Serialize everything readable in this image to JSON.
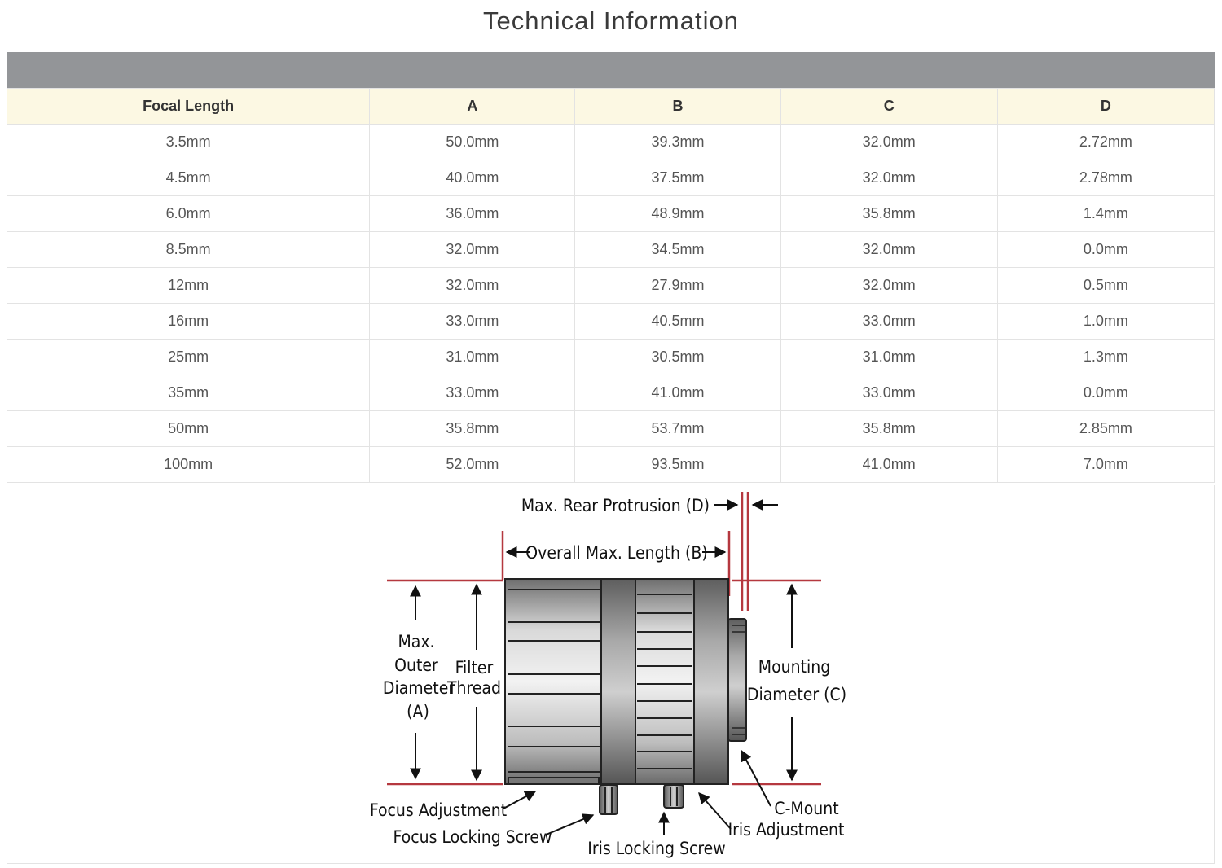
{
  "page": {
    "title": "Technical Information"
  },
  "table": {
    "columns": [
      "Focal Length",
      "A",
      "B",
      "C",
      "D"
    ],
    "rows": [
      [
        "3.5mm",
        "50.0mm",
        "39.3mm",
        "32.0mm",
        "2.72mm"
      ],
      [
        "4.5mm",
        "40.0mm",
        "37.5mm",
        "32.0mm",
        "2.78mm"
      ],
      [
        "6.0mm",
        "36.0mm",
        "48.9mm",
        "35.8mm",
        "1.4mm"
      ],
      [
        "8.5mm",
        "32.0mm",
        "34.5mm",
        "32.0mm",
        "0.0mm"
      ],
      [
        "12mm",
        "32.0mm",
        "27.9mm",
        "32.0mm",
        "0.5mm"
      ],
      [
        "16mm",
        "33.0mm",
        "40.5mm",
        "33.0mm",
        "1.0mm"
      ],
      [
        "25mm",
        "31.0mm",
        "30.5mm",
        "31.0mm",
        "1.3mm"
      ],
      [
        "35mm",
        "33.0mm",
        "41.0mm",
        "33.0mm",
        "0.0mm"
      ],
      [
        "50mm",
        "35.8mm",
        "53.7mm",
        "35.8mm",
        "2.85mm"
      ],
      [
        "100mm",
        "52.0mm",
        "93.5mm",
        "41.0mm",
        "7.0mm"
      ]
    ]
  },
  "diagram": {
    "labels": {
      "rear_protrusion": "Max. Rear Protrusion (D)",
      "overall_length": "Overall Max. Length (B)",
      "outer_diameter_1": "Max.",
      "outer_diameter_2": "Outer",
      "outer_diameter_3": "Diameter",
      "outer_diameter_4": "(A)",
      "filter_thread_1": "Filter",
      "filter_thread_2": "Thread",
      "mounting_diameter_1": "Mounting",
      "mounting_diameter_2": "Diameter (C)",
      "focus_adjustment": "Focus Adjustment",
      "focus_locking_screw": "Focus Locking Screw",
      "iris_locking_screw": "Iris Locking Screw",
      "c_mount": "C-Mount",
      "iris_adjustment": "Iris Adjustment"
    }
  },
  "colors": {
    "header_bar": "#939598",
    "header_row": "#fcf8e3",
    "dimension_line": "#b5383f"
  }
}
